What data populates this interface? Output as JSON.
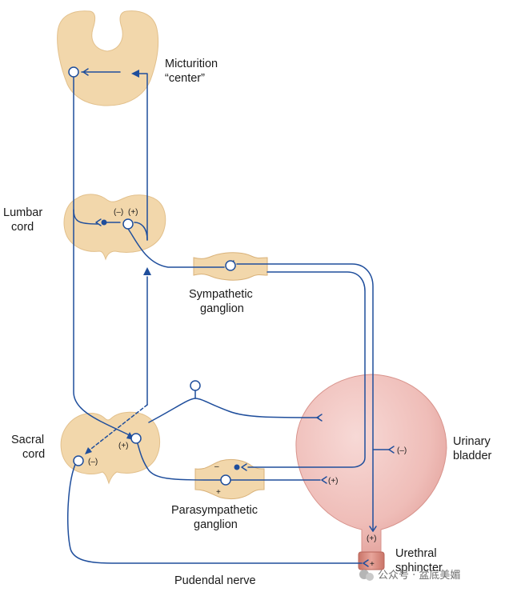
{
  "labels": {
    "micturition_line1": "Micturition",
    "micturition_line2": "“center”",
    "lumbar_line1": "Lumbar",
    "lumbar_line2": "cord",
    "sympathetic_line1": "Sympathetic",
    "sympathetic_line2": "ganglion",
    "sacral_line1": "Sacral",
    "sacral_line2": "cord",
    "parasympathetic_line1": "Parasympathetic",
    "parasympathetic_line2": "ganglion",
    "bladder_line1": "Urinary",
    "bladder_line2": "bladder",
    "sphincter_line1": "Urethral",
    "sphincter_line2": "sphincter",
    "pudendal": "Pudendal nerve"
  },
  "signs": {
    "lumbar_minus": "(–)",
    "lumbar_plus": "(+)",
    "sacral_plus": "(+)",
    "sacral_minus": "(–)",
    "ganglion_minus": "–",
    "ganglion_plus": "+",
    "bladder_minus": "(–)",
    "bladder_plus": "(+)",
    "neck_plus": "(+)",
    "sphincter_plus": "+"
  },
  "watermark": {
    "text": "公众号 · 盆底美媚"
  },
  "colors": {
    "nerve": "#1f4e9c",
    "cord": "#f2d7ab",
    "bladder": "#f0c4c0",
    "sphincter": "#d98f86"
  }
}
